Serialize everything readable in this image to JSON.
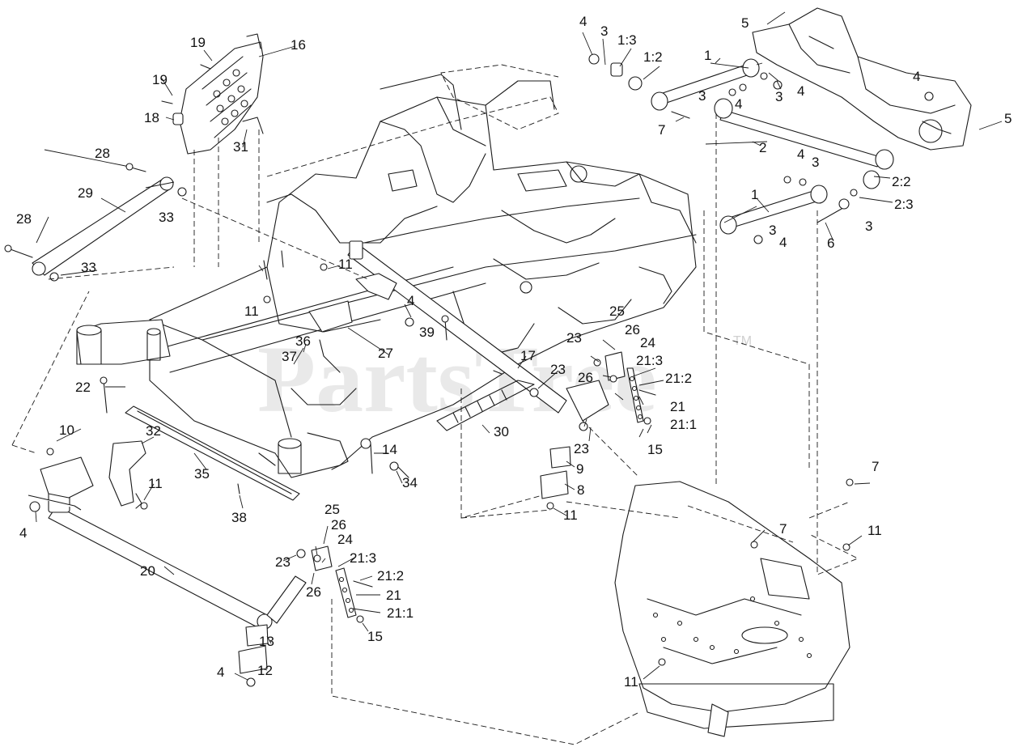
{
  "watermark": {
    "text": "PartsTree",
    "trademark": "TM"
  },
  "callouts": [
    "1",
    "1",
    "1:2",
    "1:3",
    "2",
    "2:2",
    "2:3",
    "3",
    "4",
    "5",
    "6",
    "7",
    "8",
    "9",
    "10",
    "11",
    "12",
    "13",
    "14",
    "15",
    "16",
    "17",
    "18",
    "19",
    "20",
    "21",
    "21:1",
    "21:2",
    "21:3",
    "22",
    "23",
    "24",
    "25",
    "26",
    "27",
    "28",
    "29",
    "30",
    "31",
    "32",
    "33",
    "34",
    "35",
    "36",
    "37",
    "38",
    "39"
  ]
}
